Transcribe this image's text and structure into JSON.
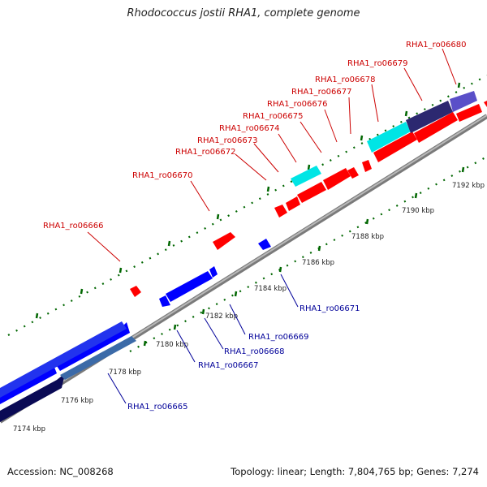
{
  "title": "Rhodococcus jostii RHA1, complete genome",
  "accession": "Accession: NC_008268",
  "summary": "Topology: linear; Length: 7,804,765 bp; Genes: 7,274",
  "colors": {
    "forward_label": "#cc0000",
    "reverse_label": "#000099",
    "forward_gene": "#ff0000",
    "reverse_gene": "#0000ff",
    "cyan_gene": "#00e5e5",
    "navy_gene": "#0a0a55",
    "purple_gene": "#5a4fc8",
    "darkpurple_gene": "#2c2870",
    "backbone": "#808080",
    "tick": "#006600"
  },
  "kbp_labels": [
    "7174 kbp",
    "7176 kbp",
    "7178 kbp",
    "7180 kbp",
    "7182 kbp",
    "7184 kbp",
    "7186 kbp",
    "7188 kbp",
    "7190 kbp",
    "7192 kbp"
  ],
  "forward_labels": [
    "RHA1_ro06666",
    "RHA1_ro06670",
    "RHA1_ro06672",
    "RHA1_ro06673",
    "RHA1_ro06674",
    "RHA1_ro06675",
    "RHA1_ro06676",
    "RHA1_ro06677",
    "RHA1_ro06678",
    "RHA1_ro06679",
    "RHA1_ro06680"
  ],
  "reverse_labels": [
    "RHA1_ro06665",
    "RHA1_ro06667",
    "RHA1_ro06668",
    "RHA1_ro06669",
    "RHA1_ro06671"
  ]
}
